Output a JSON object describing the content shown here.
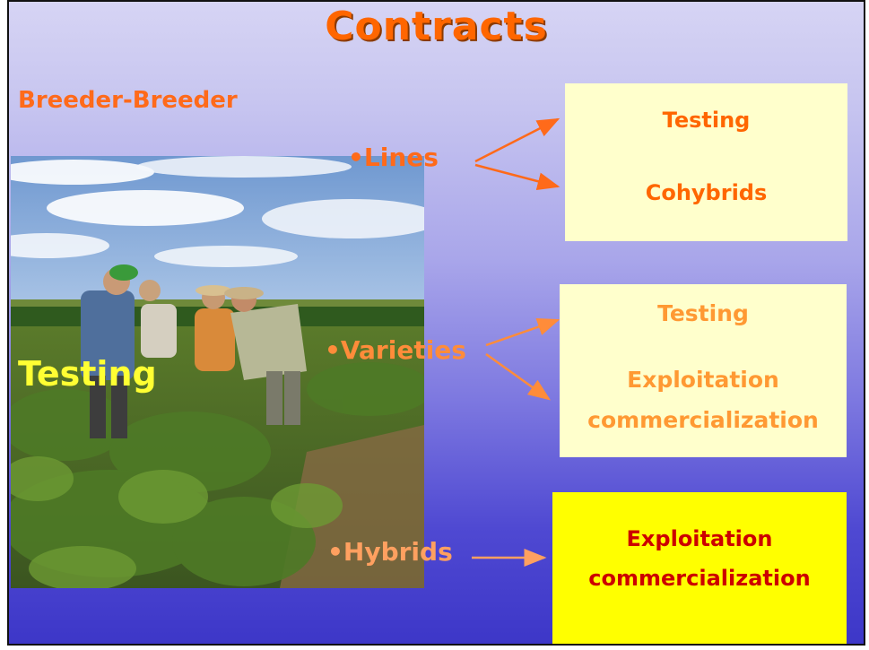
{
  "slide": {
    "title": "Contracts",
    "subtitle": "Breeder-Breeder",
    "photo_caption": "Testing",
    "bullets": {
      "lines": "•Lines",
      "varieties": "•Varieties",
      "hybrids": "•Hybrids"
    },
    "boxes": {
      "lines_box": [
        "Testing",
        "Cohybrids"
      ],
      "varieties_box": [
        "Testing",
        "Exploitation",
        "commercialization"
      ],
      "hybrids_box": [
        "Exploitation",
        "commercialization"
      ]
    }
  },
  "colors": {
    "title": "#ff6600",
    "lines_text": "#ff6a1a",
    "varieties_text": "#ff8c3a",
    "hybrids_text": "#ffa060",
    "pale_box": "#ffffcc",
    "yellow_box": "#ffff00",
    "hybrids_box_text": "#cc0000",
    "caption": "#ffff33"
  }
}
